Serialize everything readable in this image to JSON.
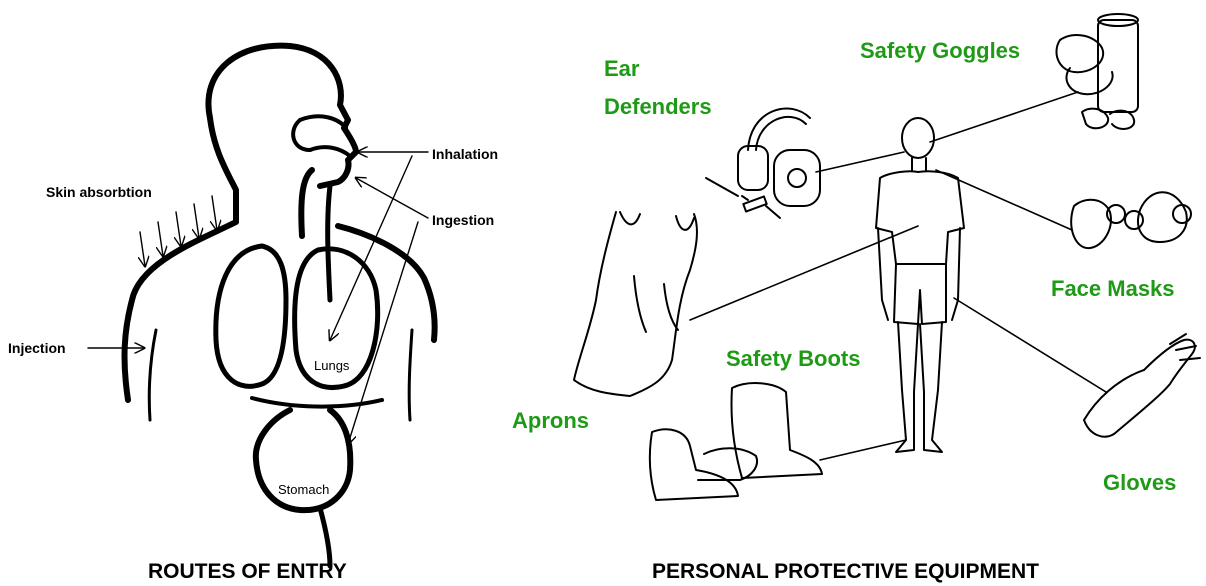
{
  "routes": {
    "caption": "ROUTES OF ENTRY",
    "labels": {
      "skin_absorption": "Skin absorbtion",
      "injection": "Injection",
      "inhalation": "Inhalation",
      "ingestion": "Ingestion",
      "lungs": "Lungs",
      "stomach": "Stomach"
    }
  },
  "ppe": {
    "caption": "PERSONAL PROTECTIVE EQUIPMENT",
    "label_color": "#1f9a16",
    "items": {
      "ear_defenders_line1": "Ear",
      "ear_defenders_line2": "Defenders",
      "safety_goggles": "Safety Goggles",
      "face_masks": "Face Masks",
      "aprons": "Aprons",
      "safety_boots": "Safety Boots",
      "gloves": "Gloves"
    }
  }
}
